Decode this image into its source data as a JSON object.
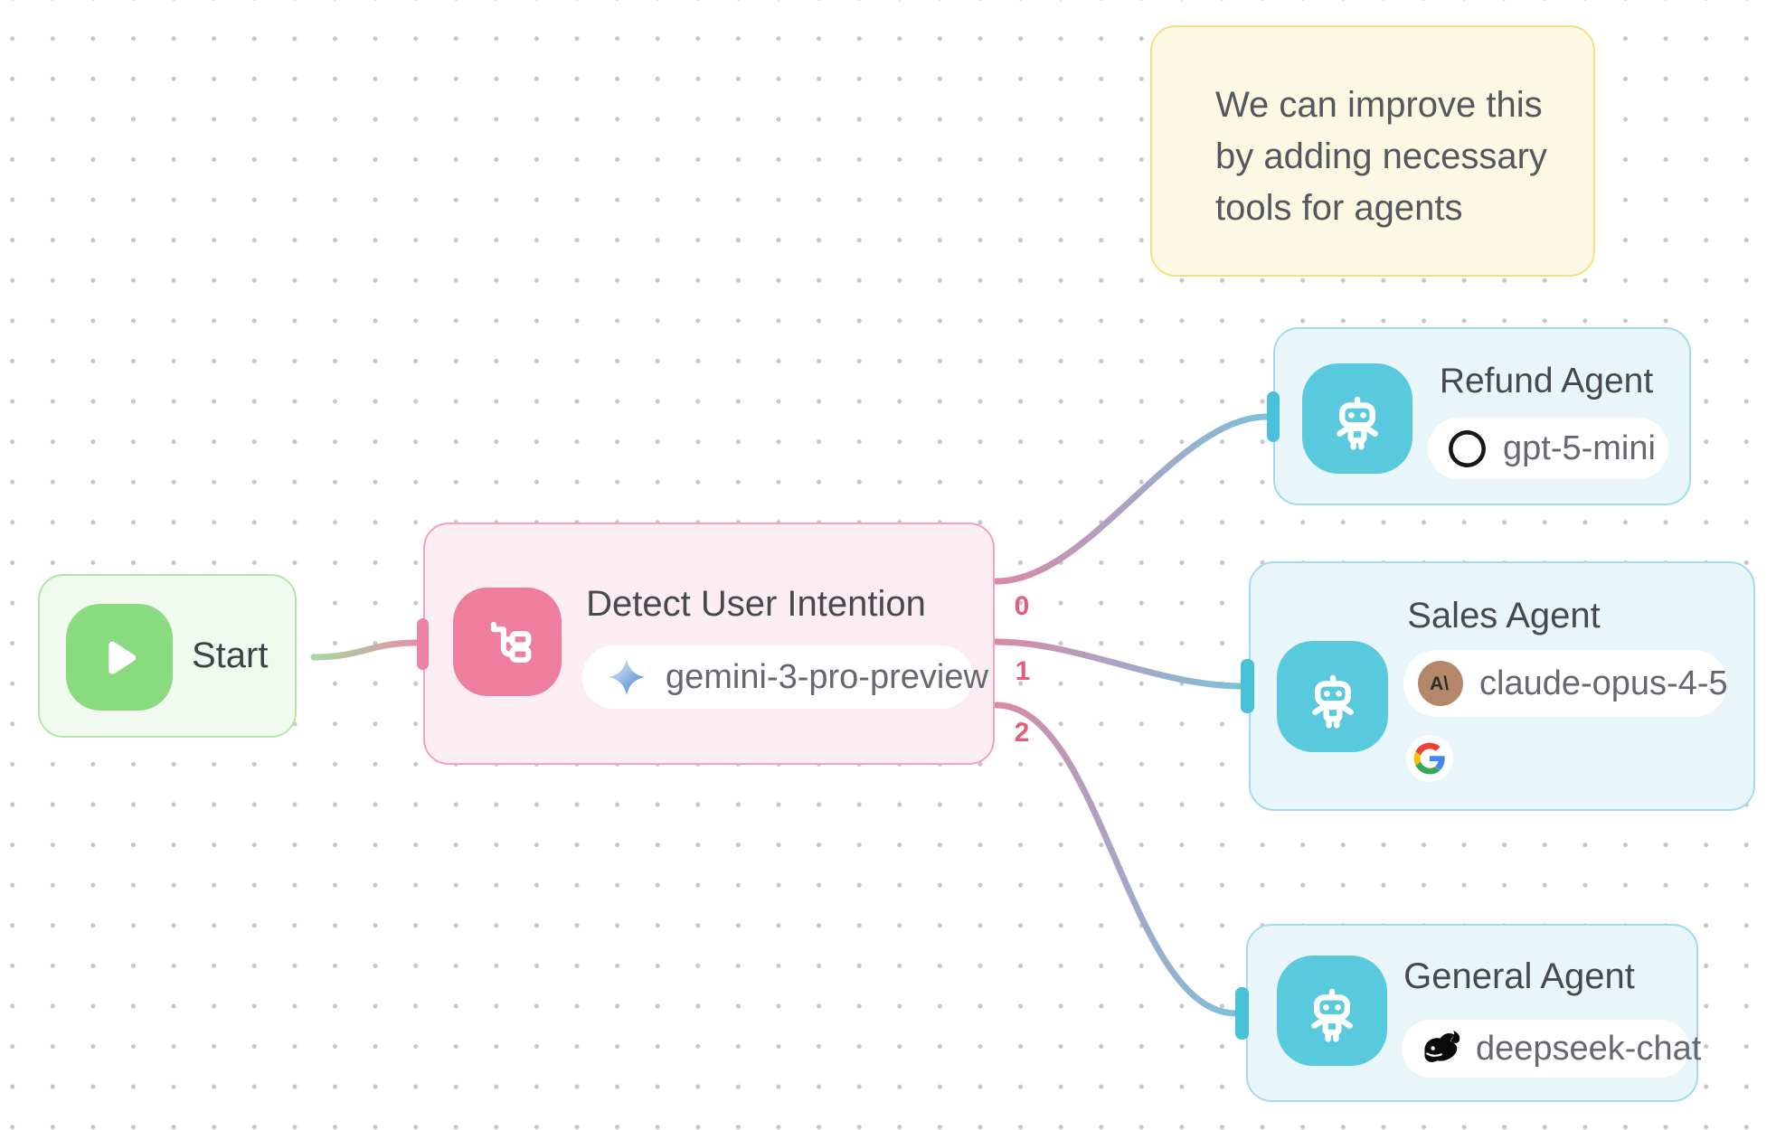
{
  "note": {
    "lines": [
      "We can improve this",
      "by adding necessary",
      "tools for agents"
    ]
  },
  "nodes": {
    "start": {
      "label": "Start"
    },
    "detect": {
      "title": "Detect User Intention",
      "model": "gemini-3-pro-preview",
      "output_labels": [
        "0",
        "1",
        "2"
      ]
    },
    "refund": {
      "title": "Refund Agent",
      "model": "gpt-5-mini"
    },
    "sales": {
      "title": "Sales Agent",
      "model": "claude-opus-4-5"
    },
    "general": {
      "title": "General Agent",
      "model": "deepseek-chat"
    }
  },
  "icons": {
    "start": "play-icon",
    "detect": "intent-tree-icon",
    "detect_model": "gemini-sparkle-icon",
    "agents": "robot-icon",
    "refund_model": "openai-icon",
    "sales_model": "anthropic-icon",
    "sales_tool": "google-icon",
    "general_model": "deepseek-whale-icon"
  },
  "colors": {
    "pink_node_bg": "#fcedf2",
    "pink_node_border": "#f1a5bb",
    "pink_icon": "#ee7d9e",
    "pink_handle": "#ed83a3",
    "green_node_bg": "#f0faef",
    "green_node_border": "#b4e6ab",
    "green_icon": "#8adb7f",
    "cyan_node_bg": "#e9f6f9",
    "cyan_node_border": "#a5dbe8",
    "cyan_icon": "#59c9dd",
    "cyan_handle": "#48c2d9",
    "note_bg": "#fbf8e3",
    "note_border": "#f2e084",
    "edge_pink": "#d989a4",
    "edge_blue": "#7ec1d7",
    "edge_green": "#a4d89f",
    "output_label": "#e15e7c",
    "title_text": "#46494e",
    "badge_text": "#65696f",
    "anthropic_brown": "#b5876a"
  }
}
